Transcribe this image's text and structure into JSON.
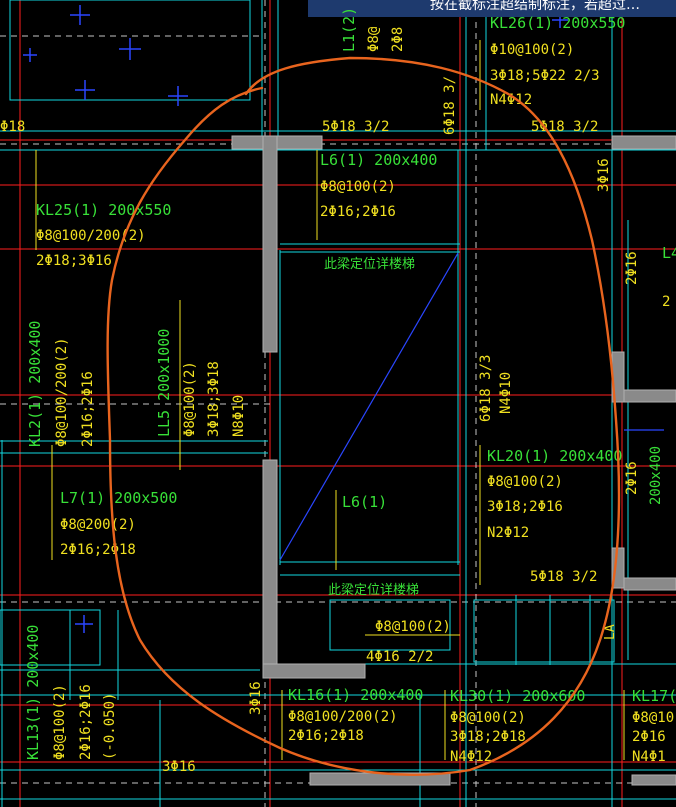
{
  "banner": {
    "text": "按在截标注超结制标注，若超过…"
  },
  "colors": {
    "background": "#000000",
    "axis": "#ff1e1e",
    "beam": "#12d8e0",
    "grid_dash": "#e8e8e8",
    "wall": "#8a8a8a",
    "text_yellow": "#f0e020",
    "text_green": "#38e038",
    "diagonal": "#2a46ff",
    "markup": "#e8641e"
  },
  "labels": {
    "top_left_rebar": "Φ18",
    "l1": "L1(2)",
    "l1_stirrup": "Φ8@",
    "l1_bottom": "2Φ8",
    "kl26_title": "KL26(1) 200x550",
    "kl26_stirrup": "Φ10@100(2)",
    "kl26_rebar": "3Φ18;5Φ22 2/3",
    "kl26_waist": "N4Φ12",
    "rebar_6_18_top": "6Φ18 3/",
    "rebar_5_18_a": "5Φ18 3/2",
    "rebar_5_18_b": "5Φ18 3/2",
    "rebar_3_16_right": "3Φ16",
    "l6_title": "L6(1) 200x400",
    "l6_stirrup": "Φ8@100(2)",
    "l6_rebar": "2Φ16;2Φ16",
    "kl25_title": "KL25(1) 200x550",
    "kl25_stirrup": "Φ8@100/200(2)",
    "kl25_rebar": "2Φ18;3Φ16",
    "stair_note_1": "此梁定位详楼梯",
    "stair_note_2": "此梁定位详楼梯",
    "right_edge_l4": "L4",
    "right_edge_2": "2",
    "right_2_16_a": "2Φ16",
    "kl2_title": "KL2(1) 200x400",
    "kl2_stirrup": "Φ8@100/200(2)",
    "kl2_rebar": "2Φ16;2Φ16",
    "ll5_title": "LL5 200x1000",
    "ll5_stirrup": "Φ8@100(2)",
    "ll5_rebar": "3Φ18;3Φ18",
    "ll5_waist": "N8Φ10",
    "rebar_6_18_mid": "6Φ18 3/3",
    "rebar_n4_10": "N4Φ10",
    "kl20_title": "KL20(1) 200x400",
    "kl20_stirrup": "Φ8@100(2)",
    "kl20_rebar": "3Φ18;2Φ16",
    "kl20_waist": "N2Φ12",
    "right_2_16_b": "2Φ16",
    "right_200x400": "200x400",
    "l7_title": "L7(1) 200x500",
    "l7_stirrup": "Φ8@200(2)",
    "l7_rebar": "2Φ16;2Φ18",
    "l6_tag": "L6(1)",
    "rebar_5_18_c": "5Φ18 3/2",
    "stirrup_8_100": "Φ8@100(2)",
    "rebar_4_16": "4Φ16 2/2",
    "la_mark": "LA",
    "kl13_title": "KL13(1) 200x400",
    "kl13_stirrup": "Φ8@100(2)",
    "kl13_rebar": "2Φ16;2Φ16",
    "kl13_level": "(-0.050)",
    "rebar_3_16_left": "3Φ16",
    "kl16_title": "KL16(1) 200x400",
    "kl16_stirrup": "Φ8@100/200(2)",
    "kl16_rebar": "2Φ16;2Φ18",
    "kl30_title": "KL30(1) 200x600",
    "kl30_stirrup": "Φ8@100(2)",
    "kl30_rebar": "3Φ18;2Φ18",
    "kl30_waist": "N4Φ12",
    "kl17_title": "KL17(",
    "kl17_stirrup": "Φ8@10",
    "kl17_rebar": "2Φ16",
    "kl17_waist": "N4Φ1",
    "rebar_3_16_bottom": "3Φ16"
  }
}
